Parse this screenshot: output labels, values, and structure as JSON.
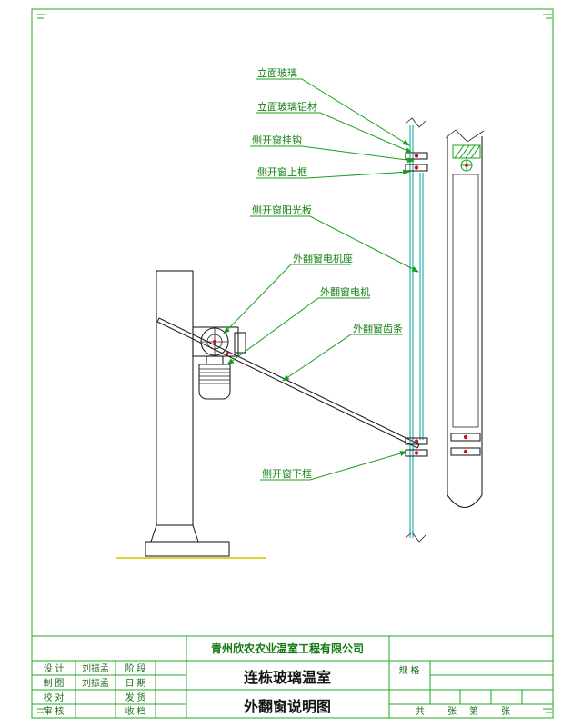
{
  "colors": {
    "frame_green": "#1faa1f",
    "leader_green": "#18a018",
    "label_green": "#128012",
    "line_black": "#232323",
    "profile_cyan": "#15aaaa",
    "fitting_red": "#cc1111",
    "ground_yellow": "#ddd23c",
    "panel_dots": "#8fd0d0"
  },
  "callouts": [
    {
      "text": "立面玻璃"
    },
    {
      "text": "立面玻璃铝材"
    },
    {
      "text": "侧开窗挂钩"
    },
    {
      "text": "侧开窗上框"
    },
    {
      "text": "侧开窗阳光板"
    },
    {
      "text": "外翻窗电机座"
    },
    {
      "text": "外翻窗电机"
    },
    {
      "text": "外翻窗齿条"
    },
    {
      "text": "侧开窗下框"
    }
  ],
  "title_block": {
    "company": "青州欣农农业温室工程有限公司",
    "project_title": "连栋玻璃温室",
    "drawing_title": "外翻窗说明图",
    "rows": [
      {
        "label": "设 计",
        "name": "刘振孟",
        "stage": "阶 段"
      },
      {
        "label": "制 图",
        "name": "刘振孟",
        "stage": "日 期"
      },
      {
        "label": "校 对",
        "name": "",
        "stage": "发 货"
      },
      {
        "label": "审 核",
        "name": "",
        "stage": "收 档"
      }
    ],
    "spec_label": "规 格",
    "sheet": {
      "total_label": "共",
      "total_unit": "张",
      "no_label": "第",
      "no_unit": "张"
    }
  }
}
